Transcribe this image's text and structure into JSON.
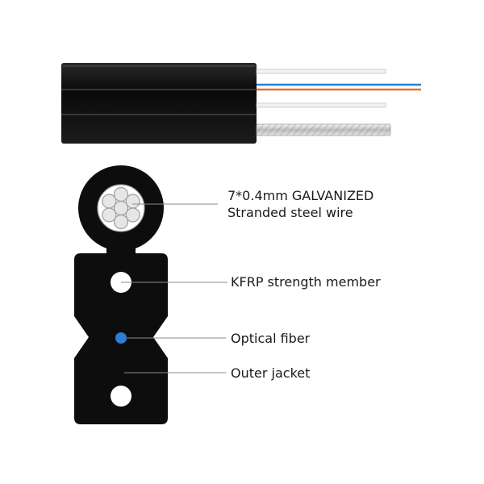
{
  "labels": {
    "steel_wire_line1": "7*0.4mm GALVANIZED",
    "steel_wire_line2": "Stranded steel wire",
    "strength_member": "KFRP strength member",
    "optical_fiber": "Optical fiber",
    "outer_jacket": "Outer jacket"
  },
  "colors": {
    "jacket": "#0d0d0d",
    "fiber_blue": "#2a7fd4",
    "fiber_orange": "#e2732a",
    "leader_line": "#8a8a8a",
    "steel": "#c8c8c8"
  }
}
